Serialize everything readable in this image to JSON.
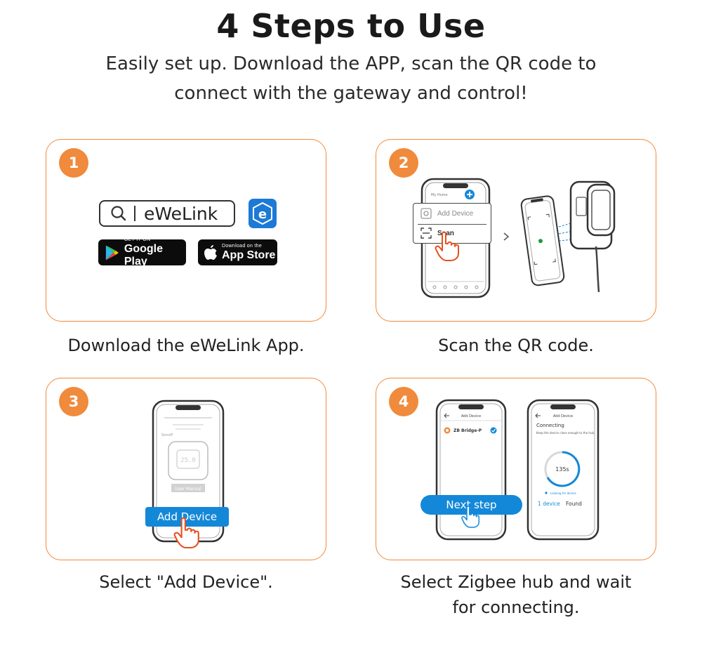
{
  "header": {
    "title": "4 Steps to Use",
    "subtitle_line1": "Easily set up. Download the APP, scan the QR code to",
    "subtitle_line2": "connect with the gateway and control!"
  },
  "colors": {
    "accent": "#f08a3c",
    "blue": "#1488d8",
    "text": "#222222"
  },
  "steps": [
    {
      "number": "1",
      "caption_line1": "Download the eWeLink App.",
      "search_text": "eWeLink",
      "app_icon_letter": "e",
      "google_play_small": "GET IT ON",
      "google_play_big": "Google Play",
      "app_store_small": "Download on the",
      "app_store_big": "App Store"
    },
    {
      "number": "2",
      "caption_line1": "Scan the QR code.",
      "phone_header": "My Home",
      "menu_add_device": "Add Device",
      "menu_scan": "Scan"
    },
    {
      "number": "3",
      "caption_line1": "Select \"Add Device\".",
      "device_brand": "Sonoff",
      "device_reading": "25.0",
      "user_manual": "User Manual",
      "add_device_button": "Add Device"
    },
    {
      "number": "4",
      "caption_line1": "Select Zigbee hub and wait",
      "caption_line2": "for connecting.",
      "screen_title_left": "Add Device",
      "device_name": "ZB Bridge-P",
      "next_step_button": "Next step",
      "screen_title_right": "Add Device",
      "connecting_label": "Connecting",
      "connecting_hint": "Keep the device close enough to the hub.",
      "timer": "135s",
      "looking_label": "Looking for device",
      "found_count": "1 device",
      "found_label": "Found"
    }
  ]
}
